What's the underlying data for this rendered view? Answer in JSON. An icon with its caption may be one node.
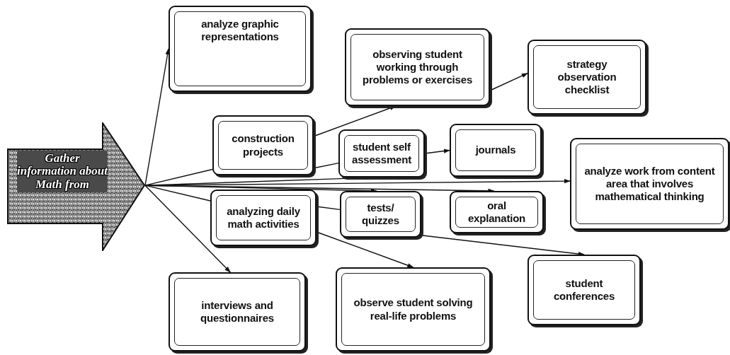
{
  "diagram": {
    "nodes": [
      {
        "text": [
          "Gather information about Math from"
        ]
      },
      {
        "text": [
          "analyze graphic representations"
        ]
      },
      {
        "text": [
          "observing student working through problems or exercises"
        ]
      },
      {
        "text": [
          "strategy observation checklist"
        ]
      },
      {
        "text": [
          "construction projects"
        ]
      },
      {
        "text": [
          "student self assessment"
        ]
      },
      {
        "text": [
          "journals"
        ]
      },
      {
        "text": [
          "analyze work from content area that involves mathematical thinking"
        ]
      },
      {
        "text": [
          "analyzing daily math activities"
        ]
      },
      {
        "text": [
          "tests/ quizzes"
        ]
      },
      {
        "text": [
          "oral explanation"
        ]
      },
      {
        "text": [
          "student conferences"
        ]
      },
      {
        "text": [
          "interviews and questionnaires"
        ]
      },
      {
        "text": [
          "observe student solving real-life problems"
        ]
      }
    ],
    "edges": [
      {
        "from": 0,
        "to": 1,
        "arrow": "to"
      },
      {
        "from": 0,
        "to": 4,
        "arrow": "none"
      },
      {
        "from": 0,
        "to": 5,
        "arrow": "to"
      },
      {
        "from": 0,
        "to": 7,
        "arrow": "to"
      },
      {
        "from": 0,
        "to": 9,
        "arrow": "to"
      },
      {
        "from": 0,
        "to": 10,
        "arrow": "to"
      },
      {
        "from": 0,
        "to": 8,
        "arrow": "none"
      },
      {
        "from": 0,
        "to": 12,
        "arrow": "to"
      },
      {
        "from": 4,
        "to": 2,
        "arrow": "to"
      },
      {
        "from": 4,
        "to": 5,
        "arrow": "none"
      },
      {
        "from": 2,
        "to": 3,
        "arrow": "to"
      },
      {
        "from": 5,
        "to": 6,
        "arrow": "to"
      },
      {
        "from": 8,
        "to": 9,
        "arrow": "none"
      },
      {
        "from": 8,
        "to": 13,
        "arrow": "to"
      },
      {
        "from": 9,
        "to": 11,
        "arrow": "to"
      }
    ]
  }
}
